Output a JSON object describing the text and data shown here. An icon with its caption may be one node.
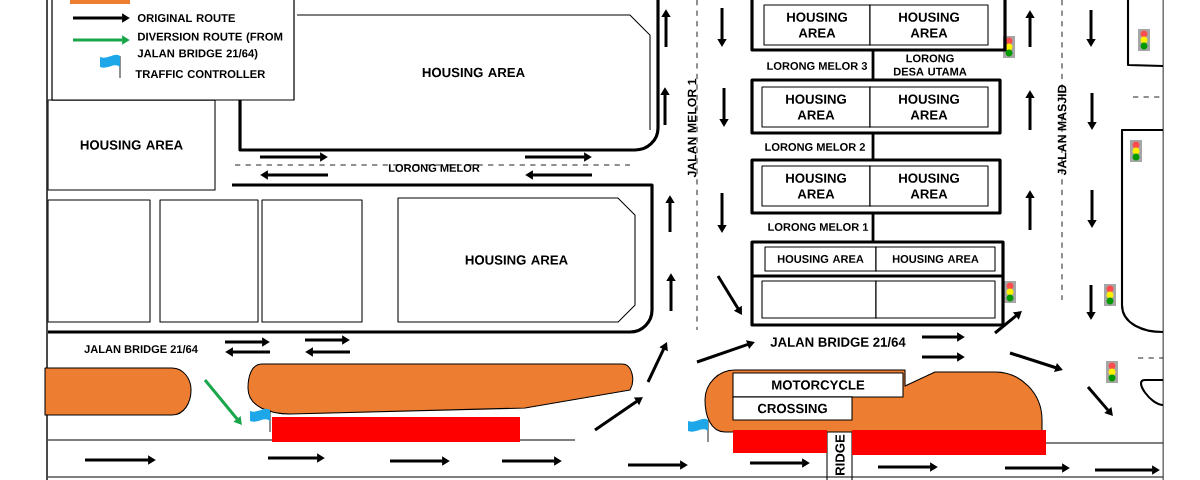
{
  "diagram": {
    "nodes": [
      {
        "text": [
          "HOUSING AREA"
        ]
      },
      {
        "text": [],
        "shape": "box"
      },
      {
        "text": [
          "HOUSING AREA"
        ],
        "in": 1
      },
      {
        "text": [
          "HOUSING AREA"
        ],
        "in": 1
      },
      {
        "text": [
          "HOUSING AREA"
        ]
      },
      {
        "text": [],
        "shape": "box"
      },
      {
        "text": [
          "HOUSING AREA"
        ],
        "in": 5
      },
      {
        "text": [
          "HOUSING AREA"
        ],
        "in": 5
      },
      {
        "text": [],
        "shape": "box"
      },
      {
        "text": [
          "HOUSING AREA"
        ],
        "in": 8
      },
      {
        "text": [
          "HOUSING AREA"
        ],
        "in": 8
      },
      {
        "text": [],
        "shape": "box"
      },
      {
        "text": [
          "HOUSING AREA"
        ],
        "in": 11
      },
      {
        "text": [
          "HOUSING AREA"
        ],
        "in": 11
      },
      {
        "text": [],
        "shape": "box",
        "in": 11
      },
      {
        "text": [],
        "shape": "box",
        "in": 11
      },
      {
        "text": [],
        "shape": "box"
      },
      {
        "text": [],
        "shape": "box"
      },
      {
        "text": [],
        "shape": "box"
      },
      {
        "text": [
          "HOUSING AREA"
        ]
      },
      {
        "text": [
          "MOTORCYCLE"
        ]
      },
      {
        "text": [
          "CROSSING"
        ]
      }
    ],
    "labels": [
      "LORONG MELOR 3",
      "LORONG DESA UTAMA",
      "JALAN MELOR 1",
      "JALAN MASJID",
      "LORONG MELOR 2",
      "LORONG MELOR",
      "LORONG MELOR 1",
      "JALAN BRIDGE 21/64",
      "JALAN BRIDGE 21/64",
      "RIDGE"
    ],
    "legend": [
      {
        "text": "ORIGINAL ROUTE"
      },
      {
        "text": "DIVERSION ROUTE (FROM JALAN BRIDGE 21/64)"
      },
      {
        "text": "TRAFFIC CONTROLLER"
      }
    ]
  }
}
